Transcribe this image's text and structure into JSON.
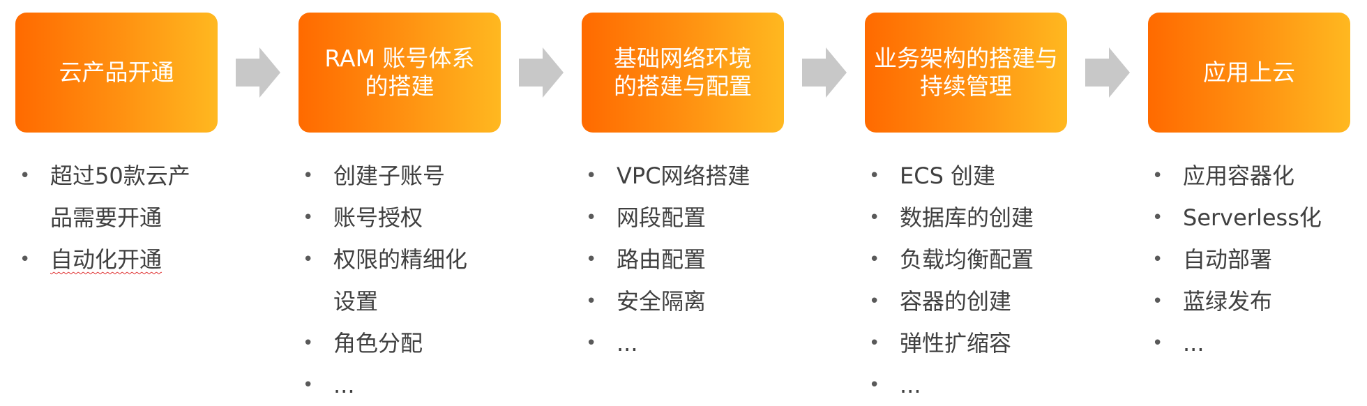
{
  "colors": {
    "box_gradient_start": "#ff6a00",
    "box_gradient_end": "#ffb820",
    "arrow": "#c8c8c8",
    "text": "#404040",
    "spellcheck_underline": "#e03030"
  },
  "steps": [
    {
      "title": "云产品开通",
      "items": [
        "超过50款云产",
        "品需要开通",
        "自动化开通"
      ]
    },
    {
      "title": "RAM 账号体系\n的搭建",
      "items": [
        "创建子账号",
        "账号授权",
        "权限的精细化",
        "设置",
        "角色分配",
        "..."
      ]
    },
    {
      "title": "基础网络环境\n的搭建与配置",
      "items": [
        "VPC网络搭建",
        "网段配置",
        "路由配置",
        "安全隔离",
        "..."
      ]
    },
    {
      "title": "业务架构的搭建与\n持续管理",
      "items": [
        "ECS 创建",
        "数据库的创建",
        "负载均衡配置",
        "容器的创建",
        "弹性扩缩容",
        "..."
      ]
    },
    {
      "title": "应用上云",
      "items": [
        "应用容器化",
        "Serverless化",
        "自动部署",
        "蓝绿发布",
        "..."
      ]
    }
  ]
}
